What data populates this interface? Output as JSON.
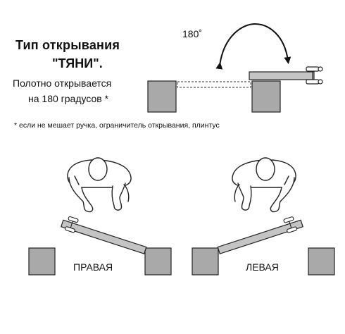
{
  "header": {
    "title_line1": "Тип открывания",
    "title_line2": "\"ТЯНИ\".",
    "desc_line1": "Полотно открывается",
    "desc_line2": "на 180 градусов *"
  },
  "footnote": "* если не мешает ручка, ограничитель открывания, плинтус",
  "angle_label": "180˚",
  "variants": {
    "right_label": "ПРАВАЯ",
    "left_label": "ЛЕВАЯ"
  },
  "colors": {
    "jamb_fill": "#a9a9a9",
    "door_fill": "#c4c4c4",
    "stroke": "#222222"
  }
}
